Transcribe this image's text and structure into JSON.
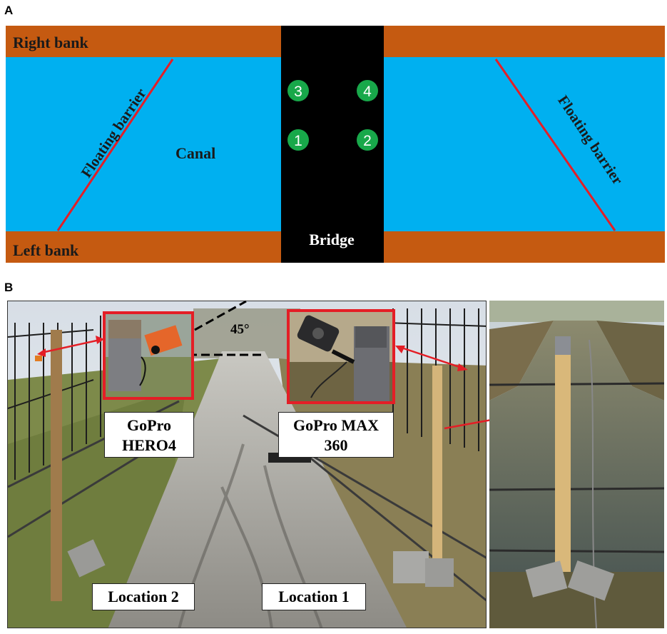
{
  "panel_a": {
    "letter": "A",
    "right_bank": "Right bank",
    "left_bank": "Left bank",
    "canal": "Canal",
    "bridge": "Bridge",
    "barrier_left": "Floating barrier",
    "barrier_right": "Floating barrier",
    "markers": [
      "1",
      "2",
      "3",
      "4"
    ],
    "colors": {
      "water": "#00b0f0",
      "bank": "#c55a11",
      "bridge": "#000000",
      "barrier": "#e41e26",
      "marker": "#18a84a"
    }
  },
  "panel_b": {
    "letter": "B",
    "angle_label": "45°",
    "camera_hero_line1": "GoPro",
    "camera_hero_line2": "HERO4",
    "camera_max_line1": "GoPro MAX",
    "camera_max_line2": "360",
    "location_2": "Location 2",
    "location_1": "Location 1"
  }
}
